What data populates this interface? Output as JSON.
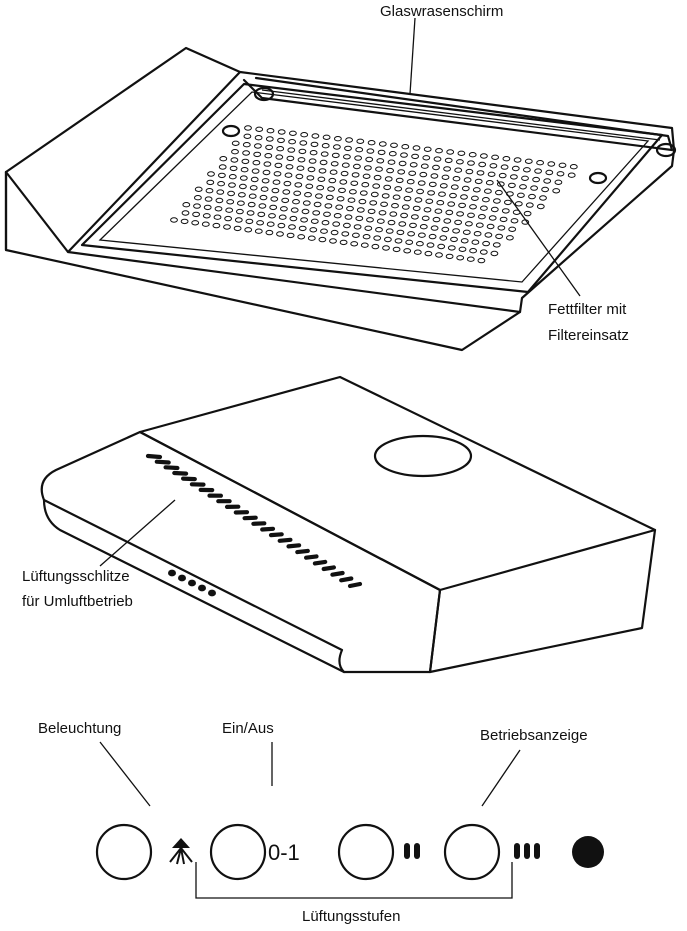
{
  "top_hood": {
    "glass_label": "Glaswrasenschirm",
    "filter_label_line1": "Fettfilter mit",
    "filter_label_line2": "Filtereinsatz"
  },
  "middle_hood": {
    "vents_label_line1": "Lüftungsschlitze",
    "vents_label_line2": "für  Umluftbetrieb"
  },
  "control_panel": {
    "light_label": "Beleuchtung",
    "onoff_label": "Ein/Aus",
    "indicator_label": "Betriebsanzeige",
    "speed_label": "Lüftungsstufen",
    "onoff_marking": "0-1",
    "light_icon": "lamp-icon",
    "speed2_icon": "two-bars-icon",
    "speed3_icon": "three-bars-icon",
    "indicator_icon": "indicator-dot-icon"
  }
}
